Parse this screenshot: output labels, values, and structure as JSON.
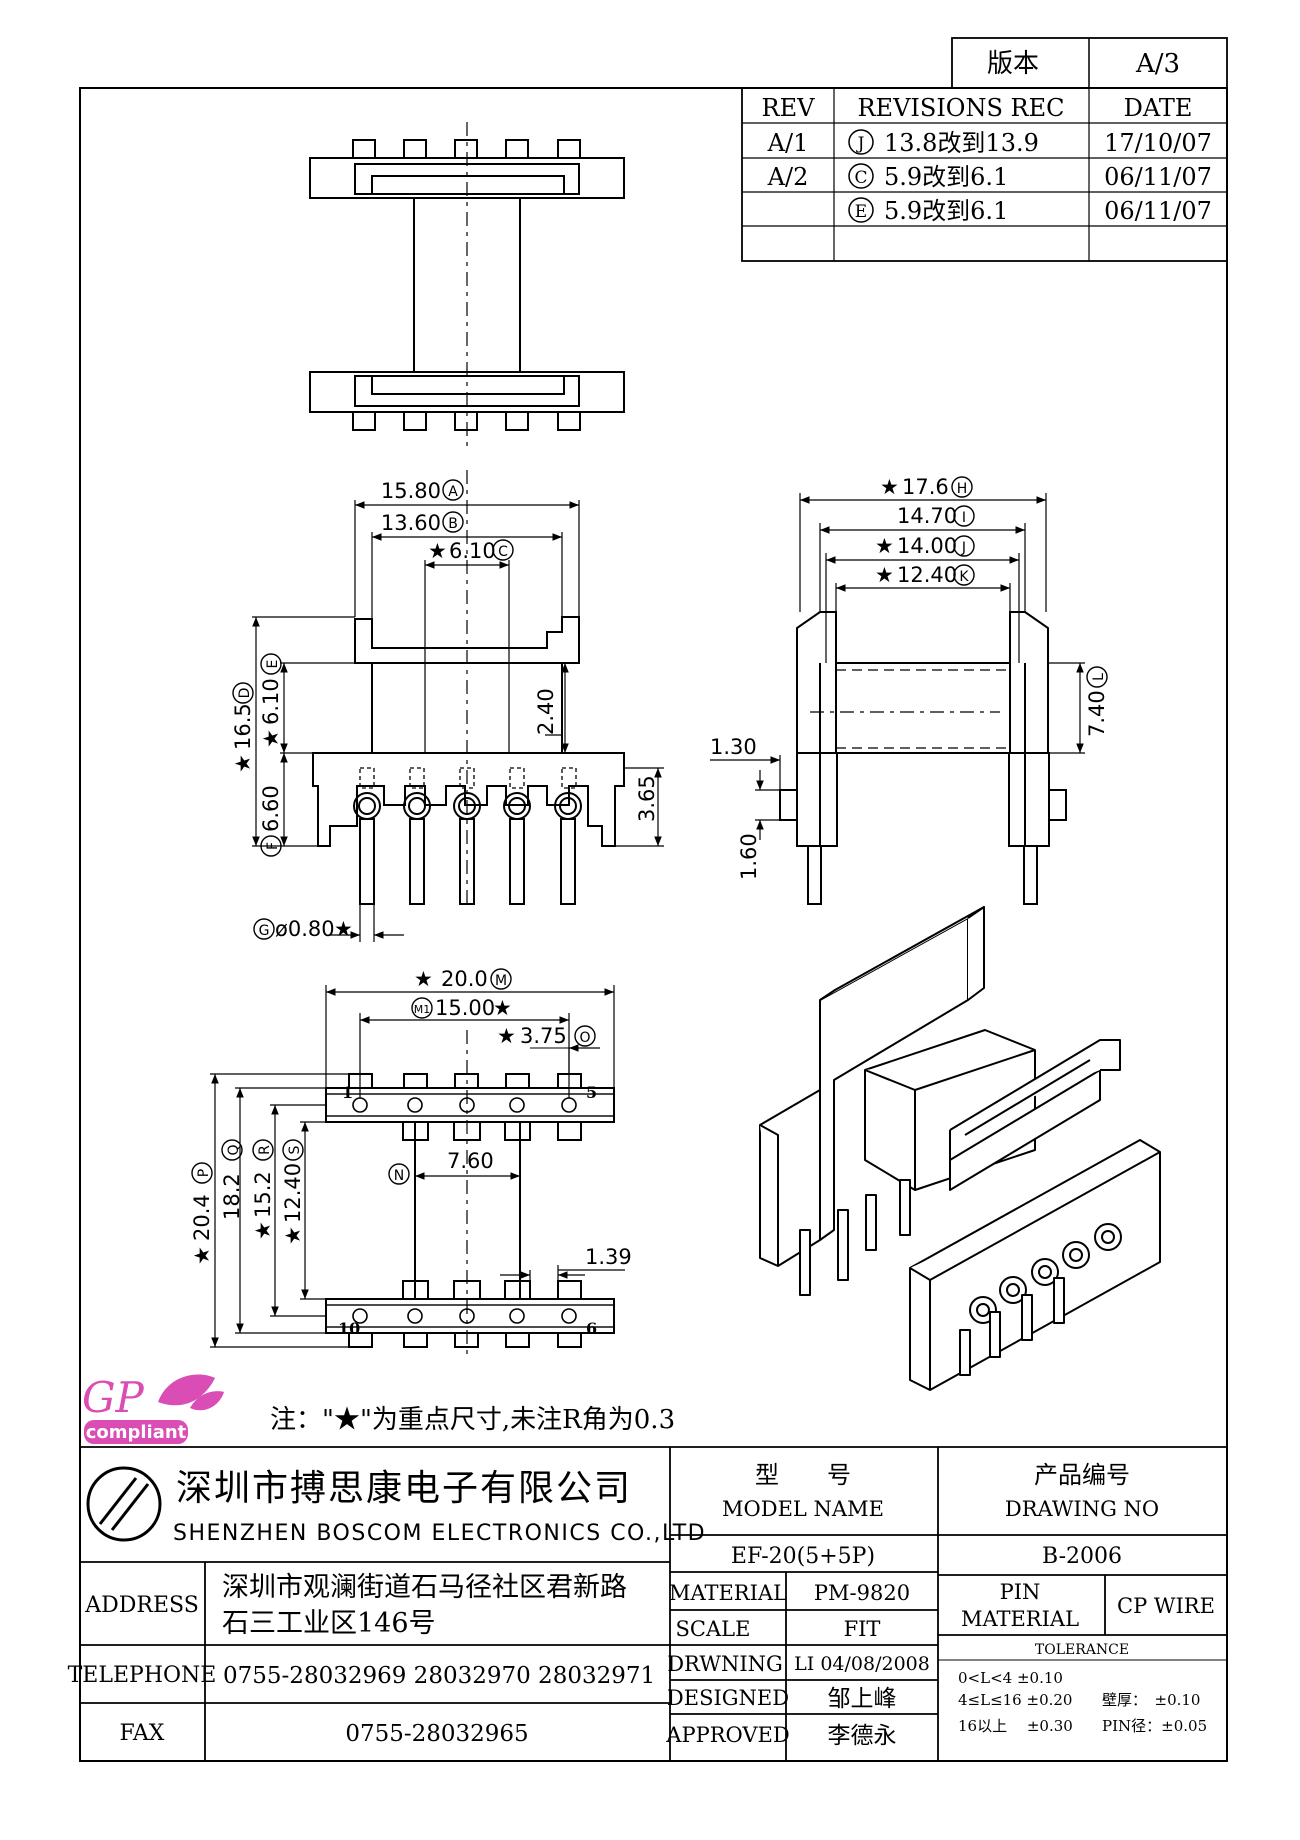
{
  "version_box": {
    "label": "版本",
    "value": "A/3"
  },
  "revisions": {
    "headers": [
      "REV",
      "REVISIONS REC",
      "DATE"
    ],
    "rows": [
      {
        "rev": "A/1",
        "mark": "J",
        "text": "13.8改到13.9",
        "date": "17/10/07"
      },
      {
        "rev": "A/2",
        "mark": "C",
        "text": "5.9改到6.1",
        "date": "06/11/07"
      },
      {
        "rev": "",
        "mark": "E",
        "text": "5.9改到6.1",
        "date": "06/11/07"
      }
    ]
  },
  "dimensions": {
    "A": "15.80",
    "B": "13.60",
    "C": "6.10",
    "H": "17.6",
    "I": "14.70",
    "J": "14.00",
    "K": "12.40",
    "D": "16.5",
    "E": "6.10",
    "F": "6.60",
    "G": "ø0.80",
    "h_2_40": "2.40",
    "h_3_65": "3.65",
    "L": "7.40",
    "w_1_30": "1.30",
    "h_1_60": "1.60",
    "M": "20.0",
    "M1": "15.00",
    "O": "3.75",
    "N": "7.60",
    "w_1_39": "1.39",
    "P": "20.4",
    "Q": "18.2",
    "R": "15.2",
    "S": "12.40"
  },
  "pin_labels": {
    "p1": "1",
    "p5": "5",
    "p10": "10",
    "p6": "6"
  },
  "note": "注：\"★\"为重点尺寸,未注R角为0.3",
  "logo": {
    "gp": "GP",
    "compliant": "compliant"
  },
  "company": {
    "cn": "深圳市搏思康电子有限公司",
    "en": "SHENZHEN BOSCOM ELECTRONICS CO.,LTD"
  },
  "address": {
    "label": "ADDRESS",
    "line1": "深圳市观澜街道石马径社区君新路",
    "line2": "石三工业区146号"
  },
  "telephone": {
    "label": "TELEPHONE",
    "value": "0755-28032969 28032970 28032971"
  },
  "fax": {
    "label": "FAX",
    "value": "0755-28032965"
  },
  "model": {
    "label_cn": "型　　号",
    "label_en": "MODEL NAME",
    "value": "EF-20(5+5P)"
  },
  "drawing_no": {
    "label_cn": "产品编号",
    "label_en": "DRAWING NO",
    "value": "B-2006"
  },
  "material": {
    "label": "MATERIAL",
    "value": "PM-9820"
  },
  "scale": {
    "label": "SCALE",
    "value": "FIT"
  },
  "drawn": {
    "label": "DRWNING",
    "value": "LI 04/08/2008"
  },
  "designed": {
    "label": "DESIGNED",
    "value": "邹上峰"
  },
  "approved": {
    "label": "APPROVED",
    "value": "李德永"
  },
  "pin": {
    "label1": "PIN",
    "label2": "MATERIAL",
    "value": "CP WIRE"
  },
  "tolerance": {
    "title": "TOLERANCE",
    "l1": "0<L<4 ±0.10",
    "l2": "4≤L≤16 ±0.20",
    "l3": "16以上 　±0.30",
    "wall": "壁厚：　±0.10",
    "pindia": "PIN径：±0.05"
  }
}
